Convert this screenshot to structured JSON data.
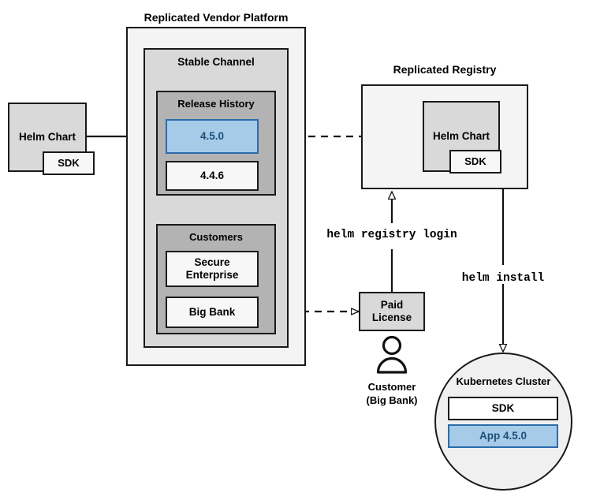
{
  "diagram": {
    "title_vendor_platform": "Replicated Vendor Platform",
    "title_registry": "Replicated Registry",
    "channel": "Stable Channel",
    "release_history": "Release History",
    "release_versions": [
      "4.5.0",
      "4.4.6"
    ],
    "customers_group": "Customers",
    "customers": [
      "Secure Enterprise",
      "Big Bank"
    ],
    "helm_chart_left": "Helm Chart",
    "sdk_left": "SDK",
    "helm_chart_registry": "Helm Chart",
    "sdk_registry": "SDK",
    "paid_license": "Paid\nLicense",
    "paid_license_line1": "Paid",
    "paid_license_line2": "License",
    "customer_label_line1": "Customer",
    "customer_label_line2": "(Big Bank)",
    "cluster_title": "Kubernetes Cluster",
    "cluster_sdk": "SDK",
    "cluster_app": "App 4.5.0",
    "cmd_registry_login": "helm registry login",
    "cmd_install": "helm install"
  },
  "colors": {
    "accent_blue_fill": "#a5cbe8",
    "accent_blue_border": "#2b6cab",
    "accent_blue_text": "#1f4e79",
    "outer_fill": "#f4f4f4",
    "channel_fill": "#d9d9d9",
    "group_fill": "#b3b3b3",
    "box_fill": "#f7f7f7",
    "stroke": "#1a1a1a"
  }
}
